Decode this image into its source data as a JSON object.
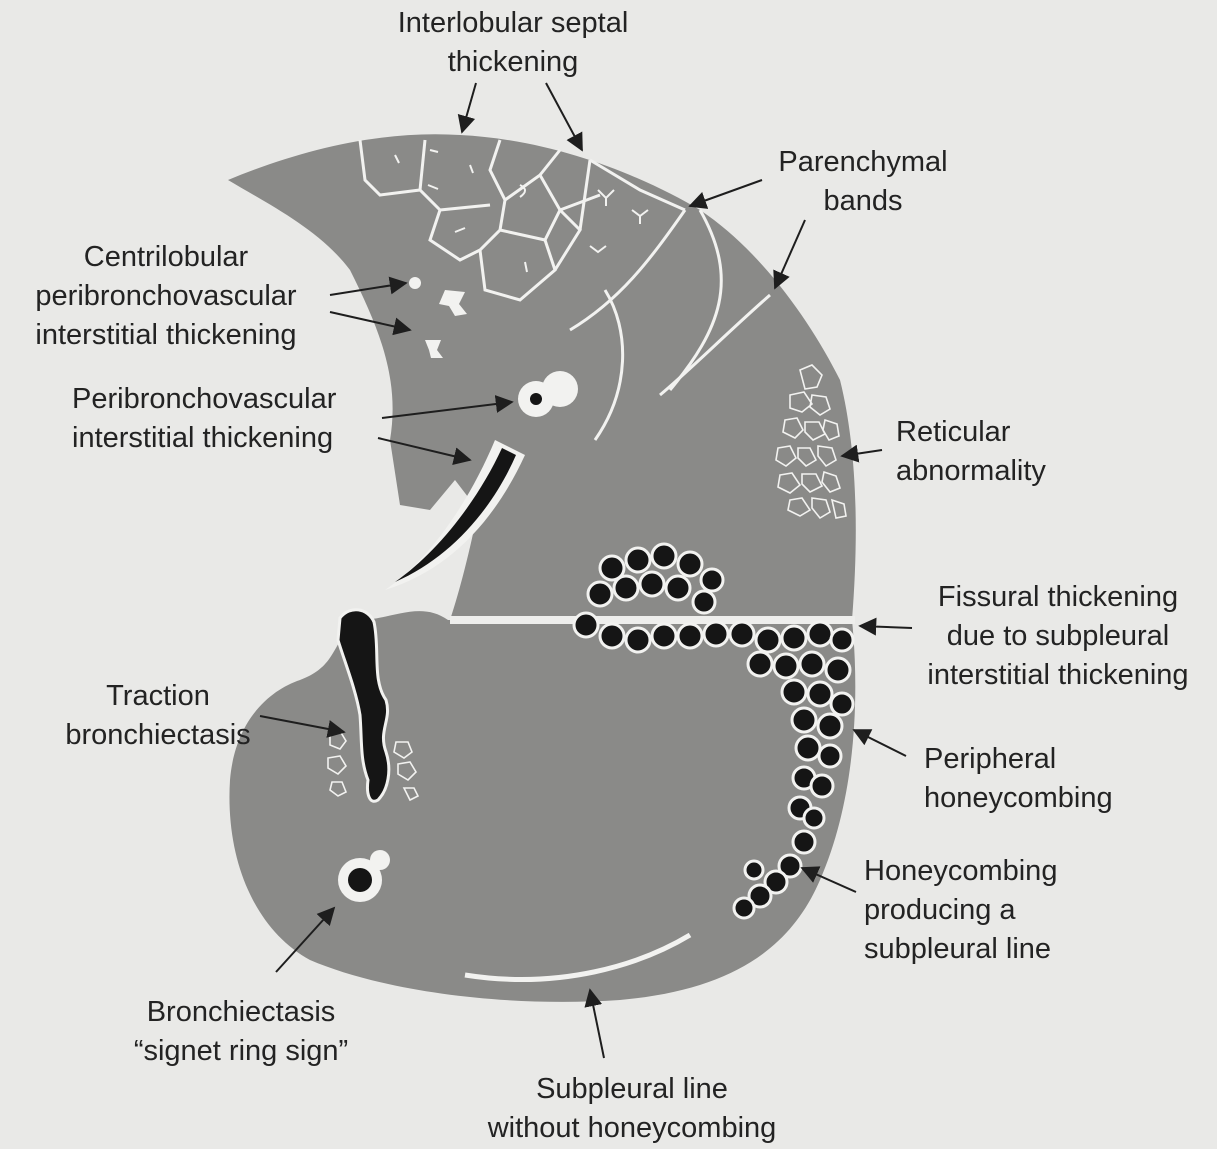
{
  "colors": {
    "background": "#e9e9e7",
    "lung": "#8a8a88",
    "lines": "#f2f2f0",
    "dark": "#151515",
    "text": "#232323"
  },
  "labels": {
    "interlobular": [
      "Interlobular septal",
      "thickening"
    ],
    "parenchymal": [
      "Parenchymal",
      "bands"
    ],
    "centrilobular": [
      "Centrilobular",
      "peribronchovascular",
      "interstitial thickening"
    ],
    "peribronchovascular": [
      "Peribronchovascular",
      "interstitial thickening"
    ],
    "reticular": [
      "Reticular",
      "abnormality"
    ],
    "fissural": [
      "Fissural thickening",
      "due to subpleural",
      "interstitial thickening"
    ],
    "traction": [
      "Traction",
      "bronchiectasis"
    ],
    "peripheral_honeycombing": [
      "Peripheral",
      "honeycombing"
    ],
    "honeycombing_line": [
      "Honeycombing",
      "producing a",
      "subpleural line"
    ],
    "bronchiectasis": [
      "Bronchiectasis",
      "“signet ring sign”"
    ],
    "subpleural_line": [
      "Subpleural line",
      "without honeycombing"
    ]
  }
}
